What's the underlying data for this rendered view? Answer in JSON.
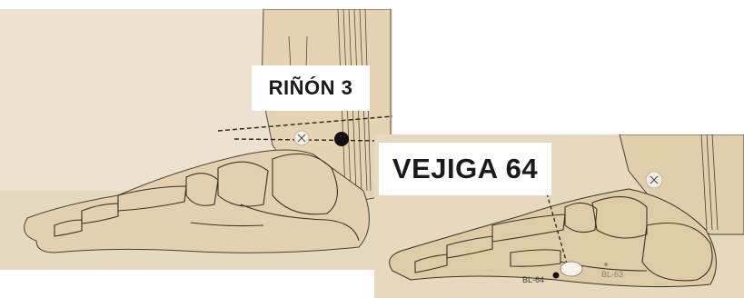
{
  "labels": {
    "kidney_point": "RIÑÓN 3",
    "bladder_point": "VEJIGA 64",
    "bl64": "BL-64",
    "bl63": "BL-63"
  },
  "colors": {
    "photo_background": "#e8dcc6",
    "skin": "#e3d2b5",
    "line_art": "#3c3428",
    "label_background": "#ffffff",
    "label_text": "#1a1a1a"
  }
}
